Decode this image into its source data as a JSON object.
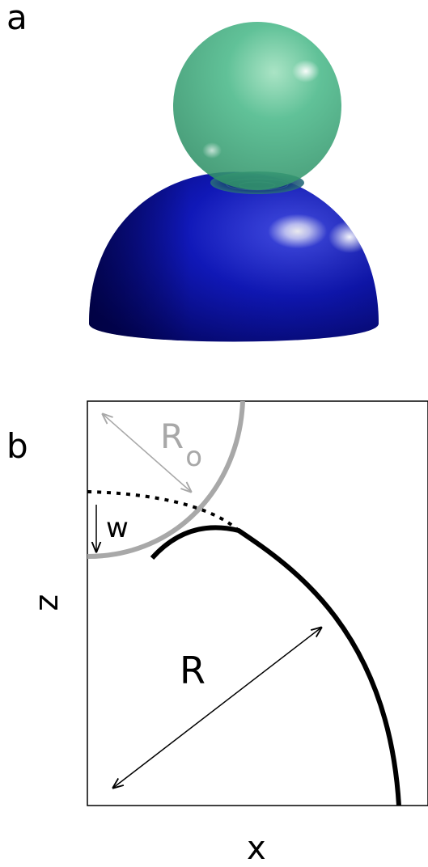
{
  "panel_a": {
    "label": "a"
  },
  "panel_b": {
    "label": "b",
    "x_axis_label": "x",
    "z_axis_label": "z",
    "radius_label": "R",
    "probe_radius_label": "R",
    "probe_radius_subscript": "o",
    "indentation_label": "w"
  },
  "colors": {
    "substrate_sphere": "#0a1196",
    "probe_sphere": "#3fa97a",
    "probe_outline": "#a8a8a8",
    "profile": "#000000"
  }
}
